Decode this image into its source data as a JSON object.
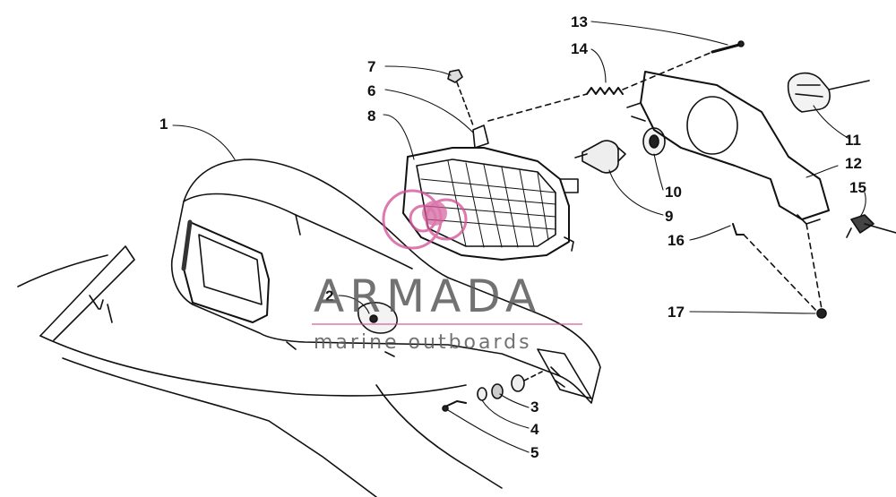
{
  "diagram": {
    "callouts": [
      {
        "id": "1",
        "label": "1"
      },
      {
        "id": "2",
        "label": "2"
      },
      {
        "id": "3",
        "label": "3"
      },
      {
        "id": "4",
        "label": "4"
      },
      {
        "id": "5",
        "label": "5"
      },
      {
        "id": "6",
        "label": "6"
      },
      {
        "id": "7",
        "label": "7"
      },
      {
        "id": "8",
        "label": "8"
      },
      {
        "id": "9",
        "label": "9"
      },
      {
        "id": "10",
        "label": "10"
      },
      {
        "id": "11",
        "label": "11"
      },
      {
        "id": "12",
        "label": "12"
      },
      {
        "id": "13",
        "label": "13"
      },
      {
        "id": "14",
        "label": "14"
      },
      {
        "id": "15",
        "label": "15"
      },
      {
        "id": "16",
        "label": "16"
      },
      {
        "id": "17",
        "label": "17"
      }
    ]
  },
  "watermark": {
    "brand": "ARMADA",
    "tagline": "marine outboards",
    "accent_color": "#d4589a",
    "text_color": "#5a5a5a"
  },
  "colors": {
    "ink": "#111111",
    "paper": "#ffffff"
  }
}
